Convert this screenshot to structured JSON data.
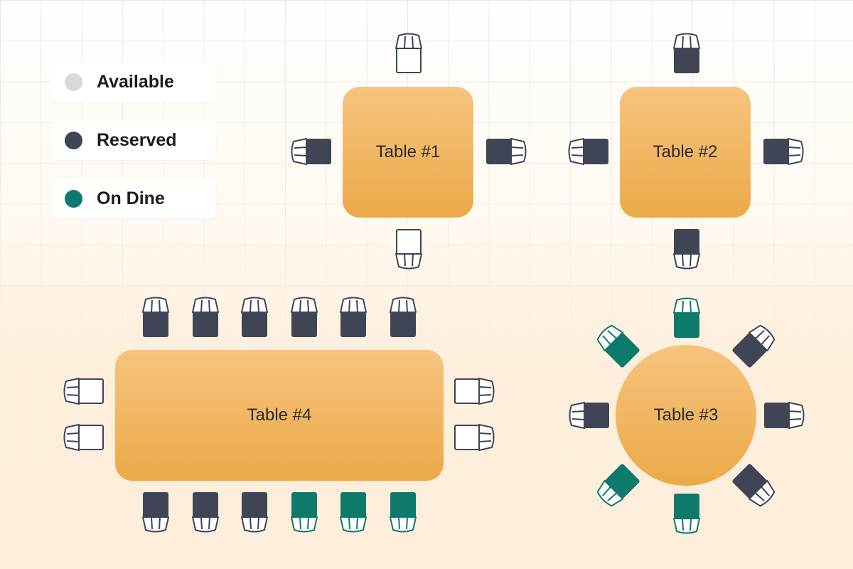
{
  "legend": [
    {
      "label": "Available",
      "status": "available"
    },
    {
      "label": "Reserved",
      "status": "reserved"
    },
    {
      "label": "On Dine",
      "status": "on-dine"
    }
  ],
  "status_colors": {
    "available": {
      "dot": "#d9d9d9",
      "fill": "#ffffff",
      "stroke": "#3f4555"
    },
    "reserved": {
      "dot": "#3f4555",
      "fill": "#3f4555",
      "stroke": "#3f4555"
    },
    "on-dine": {
      "dot": "#0e7a6b",
      "fill": "#0e7a6b",
      "stroke": "#0e7a6b"
    }
  },
  "tables": {
    "t1": {
      "label": "Table #1",
      "seats": [
        "available",
        "reserved",
        "available",
        "reserved"
      ]
    },
    "t2": {
      "label": "Table #2",
      "seats": [
        "reserved",
        "reserved",
        "reserved",
        "reserved"
      ]
    },
    "t3": {
      "label": "Table #3",
      "seats": [
        "on-dine",
        "reserved",
        "reserved",
        "reserved",
        "on-dine",
        "on-dine",
        "reserved",
        "on-dine"
      ]
    },
    "t4": {
      "label": "Table #4",
      "seats": [
        "reserved",
        "reserved",
        "reserved",
        "reserved",
        "reserved",
        "reserved",
        "available",
        "available",
        "reserved",
        "reserved",
        "reserved",
        "on-dine",
        "on-dine",
        "on-dine",
        "available",
        "available"
      ]
    }
  }
}
